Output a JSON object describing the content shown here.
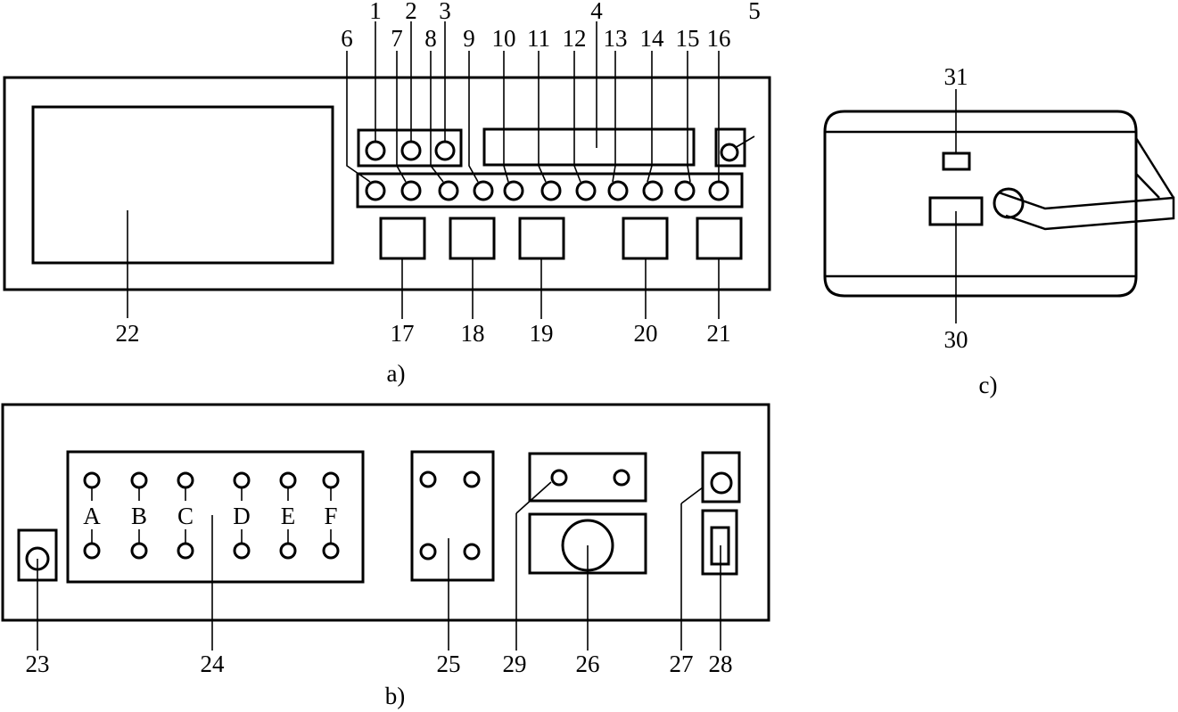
{
  "panel_a": {
    "caption": "a)",
    "top_labels": [
      "1",
      "2",
      "3",
      "4",
      "5",
      "6",
      "7",
      "8",
      "9",
      "10",
      "11",
      "12",
      "13",
      "14",
      "15",
      "16"
    ],
    "bottom_labels": [
      "22",
      "17",
      "18",
      "19",
      "20",
      "21"
    ]
  },
  "panel_b": {
    "caption": "b)",
    "terminal_letters": [
      "A",
      "B",
      "C",
      "D",
      "E",
      "F"
    ],
    "bottom_labels": [
      "23",
      "24",
      "25",
      "29",
      "26",
      "27",
      "28"
    ]
  },
  "panel_c": {
    "caption": "c)",
    "labels": [
      "31",
      "30"
    ]
  }
}
